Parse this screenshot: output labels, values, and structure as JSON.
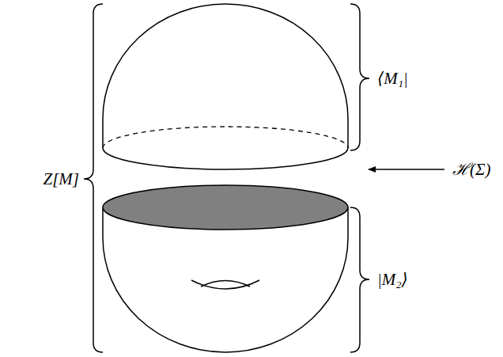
{
  "diagram": {
    "labels": [
      "Z[M]",
      "⟨M₁|",
      "|M₂⟩",
      "ℋ(Σ)"
    ]
  }
}
